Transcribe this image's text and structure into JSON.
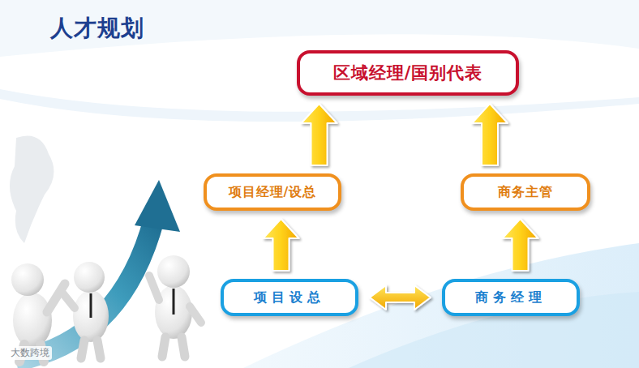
{
  "diagram": {
    "title": "人才规划",
    "nodes": [
      {
        "text": [
          "区域经理/国别代表"
        ]
      },
      {
        "text": [
          "项目经理/设总"
        ]
      },
      {
        "text": [
          "商务主管"
        ]
      },
      {
        "text": [
          "项目设总"
        ]
      },
      {
        "text": [
          "商务经理"
        ]
      }
    ],
    "edges": [
      {
        "from": 3,
        "to": 1,
        "arrow": "to"
      },
      {
        "from": 1,
        "to": 0,
        "arrow": "to"
      },
      {
        "from": 4,
        "to": 2,
        "arrow": "to"
      },
      {
        "from": 2,
        "to": 0,
        "arrow": "to"
      },
      {
        "from": 3,
        "to": 4,
        "arrow": "both"
      }
    ],
    "labels": [
      "大数跨境"
    ]
  }
}
